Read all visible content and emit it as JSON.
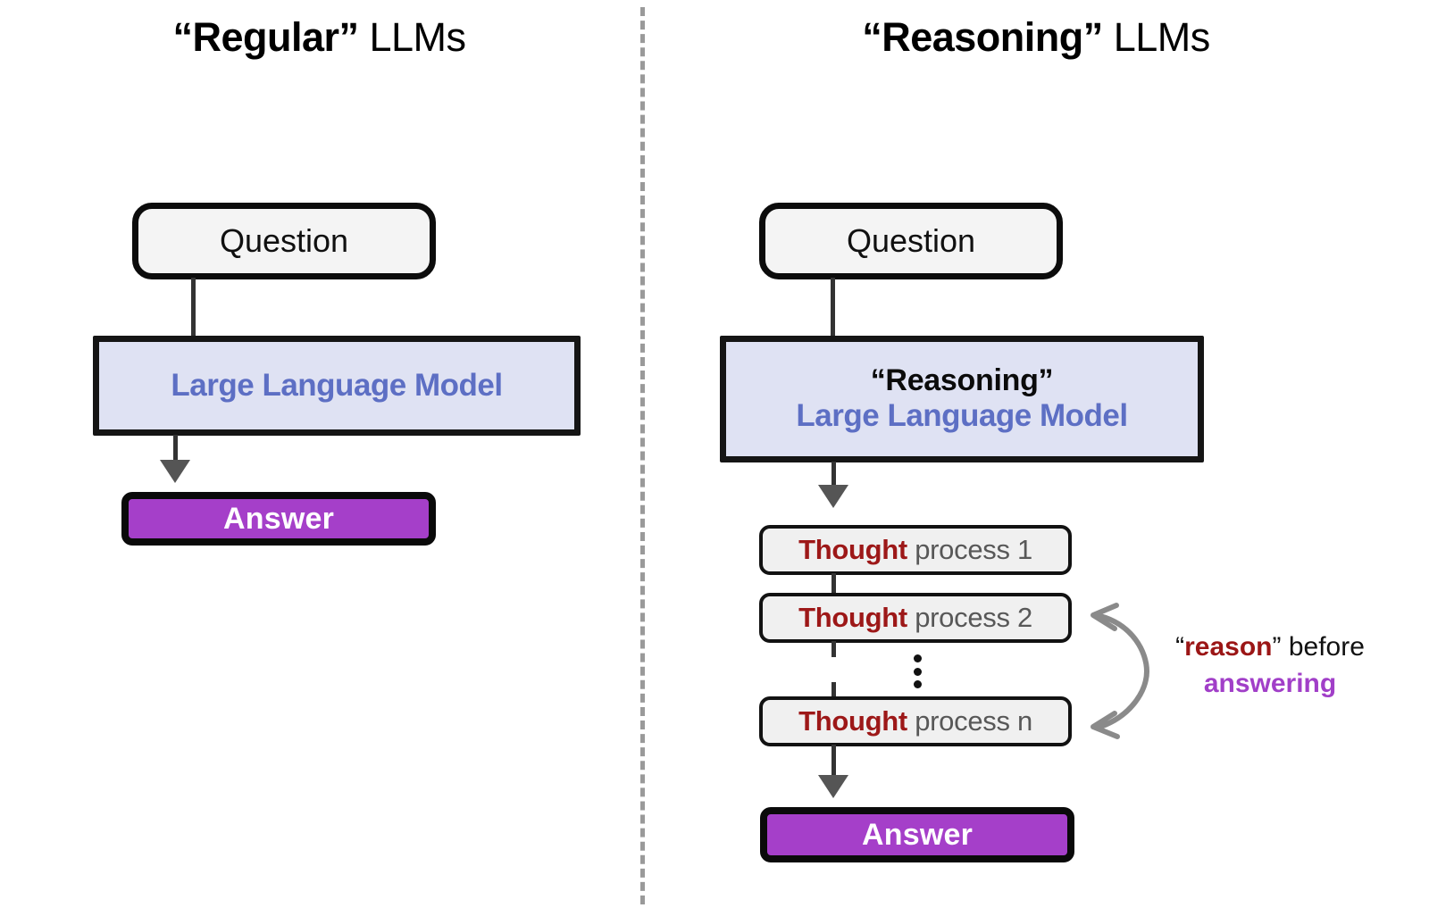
{
  "page": {
    "background": "#ffffff",
    "divider_color": "#9a9a9a"
  },
  "colors": {
    "llm_box_fill": "#dfe2f3",
    "llm_text_blue": "#5d6fc4",
    "answer_fill": "#a53fc9",
    "answer_text": "#ffffff",
    "thought_red": "#9d1818",
    "thought_gray": "#585858",
    "annotation_purple": "#a13fc8",
    "box_border": "#0c0c0c",
    "arrow": "#555555"
  },
  "left_panel": {
    "title": {
      "emphasis": "“Regular”",
      "rest": " LLMs"
    },
    "question": {
      "label": "Question"
    },
    "llm": {
      "reasoning_prefix": "",
      "label": "Large Language Model"
    },
    "answer": {
      "label": "Answer"
    }
  },
  "right_panel": {
    "title": {
      "emphasis": "“Reasoning”",
      "rest": " LLMs"
    },
    "question": {
      "label": "Question"
    },
    "llm": {
      "reasoning_prefix": "“Reasoning”",
      "label": "Large Language Model"
    },
    "thoughts": [
      {
        "strong": "Thought",
        "rest": " process 1"
      },
      {
        "strong": "Thought",
        "rest": " process 2"
      },
      {
        "strong": "Thought",
        "rest": " process n"
      }
    ],
    "ellipsis": "⋮",
    "answer": {
      "label": "Answer"
    },
    "annotation": {
      "line1_quote_open": "“",
      "line1_red": "reason",
      "line1_quote_close": "”",
      "line1_plain": " before",
      "line2_purple": "answering"
    }
  }
}
